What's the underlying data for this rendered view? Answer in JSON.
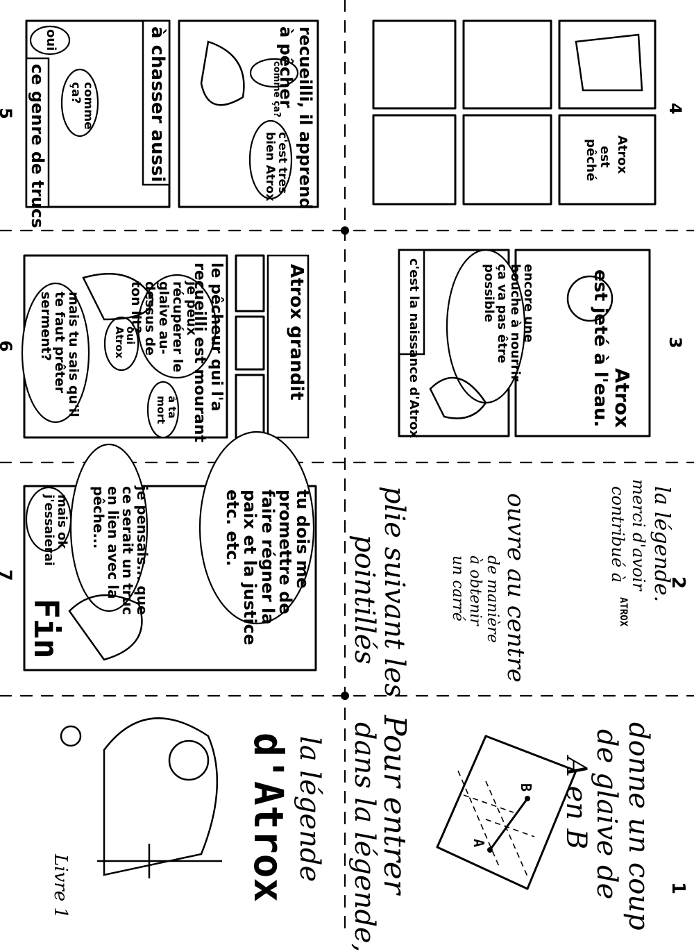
{
  "cover": {
    "title_line1": "la légende",
    "title_line2": "d'Atrox",
    "book_label": "Livre 1"
  },
  "instructions": {
    "intro_line1": "Pour entrer",
    "intro_line2": "dans la légende,",
    "step1_line1": "donne un coup",
    "step1_line2": "de glaive de",
    "step1_line3": "A en B",
    "step1_number": "1",
    "fold_line1": "plie suivant les",
    "fold_line2": "pointillés",
    "open_line1": "ouvre au centre",
    "open_line2": "de manière",
    "open_line3": "à obtenir",
    "open_line4": "un carré",
    "thanks_line1": "merci d'avoir",
    "thanks_line2": "contribué à",
    "thanks_line3": "la légende.",
    "step2_number": "2",
    "booklet_label": "ATROX",
    "point_a": "A",
    "point_b": "B"
  },
  "page3": {
    "number": "3",
    "caption_top": "c'est la naissance d'Atrox",
    "bubble": "encore une bouche à nourrir ça va pas être possible",
    "caption_bottom_line1": "Atrox",
    "caption_bottom_line2": "est jeté à l'eau."
  },
  "page4": {
    "number": "4",
    "caption_line1": "Atrox",
    "caption_line2": "est",
    "caption_line3": "pêché"
  },
  "page5": {
    "number": "5",
    "caption_top_line1": "recueilli, il apprend",
    "caption_top_line2": "à pêcher",
    "bubble_small": "comme ça?",
    "bubble_big": "c'est très bien Atrox",
    "caption_mid": "à chasser aussi",
    "bubble_comme": "comme ça?",
    "bubble_oui": "oui",
    "caption_bottom": "ce genre de trucs"
  },
  "page6": {
    "number": "6",
    "caption_top": "Atrox grandit",
    "caption_mid_line1": "le pêcheur qui l'a",
    "caption_mid_line2": "recueilli est mourant",
    "bubble_main": "je peux récupérer le glaive au-dessus de ton lit?",
    "bubble_mort": "à ta mort",
    "bubble_oui": "oui Atrox",
    "bubble_serment": "mais tu sais qu'il te faut prêter serment?"
  },
  "page7": {
    "number": "7",
    "bubble_promise": "tu dois me promettre de faire régner la paix et la justice etc. etc.",
    "bubble_pensais": "je pensais... que ce serait un truc en lien avec la pêche...",
    "bubble_essaierai": "mais ok j'essaierai",
    "fin": "Fin"
  }
}
